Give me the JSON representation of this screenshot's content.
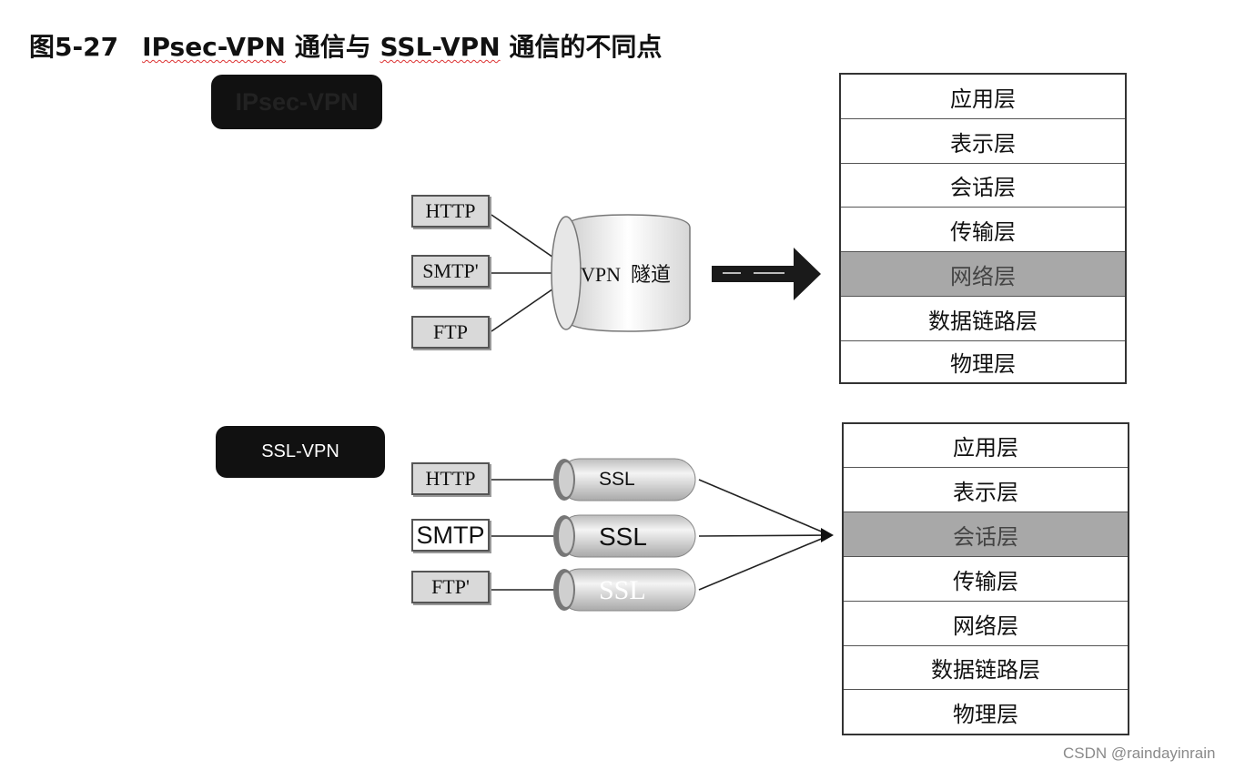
{
  "title": {
    "figure": "图5-27",
    "part1": "IPsec-VPN",
    "part2": " 通信与 ",
    "part3": "SSL-VPN",
    "part4": " 通信的不同点"
  },
  "ipsec": {
    "badge": "IPsec-VPN",
    "protocols": [
      "HTTP",
      "SMTP'",
      "FTP"
    ],
    "tunnel_vpn": "VPN",
    "tunnel_cn": "隧道",
    "layers": [
      "应用层",
      "表示层",
      "会话层",
      "传输层",
      "网络层",
      "数据链路层",
      "物理层"
    ],
    "highlighted_layer": "网络层"
  },
  "ssl": {
    "badge": "SSL-VPN",
    "protocols": [
      "HTTP",
      "SMTP",
      "FTP'"
    ],
    "pipes": [
      "SSL",
      "SSL",
      "SSL"
    ],
    "layers": [
      "应用层",
      "表示层",
      "会话层",
      "传输层",
      "网络层",
      "数据链路层",
      "物理层"
    ],
    "highlighted_layer": "会话层"
  },
  "watermark": "CSDN @raindayinrain"
}
